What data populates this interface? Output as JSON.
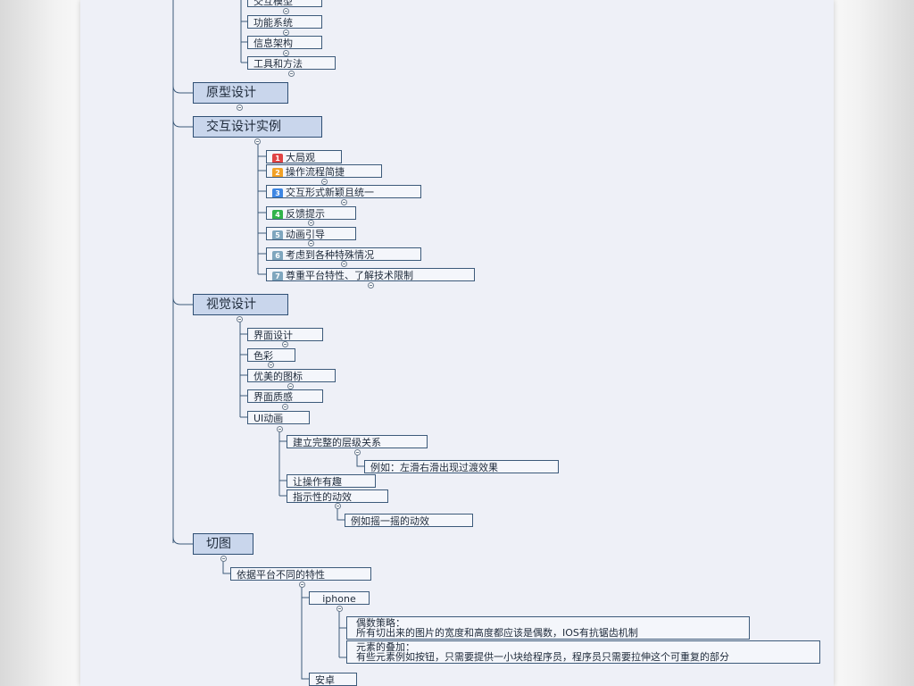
{
  "mindmap": {
    "partial_top": "交互模型",
    "group1": [
      "功能系统",
      "信息架构",
      "工具和方法"
    ],
    "prototype": "原型设计",
    "interaction_examples": {
      "title": "交互设计实例",
      "items": [
        {
          "num": "1",
          "label": "大局观",
          "color": "#e04444"
        },
        {
          "num": "2",
          "label": "操作流程简捷",
          "color": "#f2a126"
        },
        {
          "num": "3",
          "label": "交互形式新颖且统一",
          "color": "#3d86e3"
        },
        {
          "num": "4",
          "label": "反馈提示",
          "color": "#31b34a"
        },
        {
          "num": "5",
          "label": "动画引导",
          "color": "#7fa6be"
        },
        {
          "num": "6",
          "label": "考虑到各种特殊情况",
          "color": "#7fa6be"
        },
        {
          "num": "7",
          "label": "尊重平台特性、了解技术限制",
          "color": "#7fa6be"
        }
      ]
    },
    "visual_design": {
      "title": "视觉设计",
      "items": [
        "界面设计",
        "色彩",
        "优美的图标",
        "界面质感",
        "UI动画"
      ],
      "ui_animation": {
        "hierarchy": "建立完整的层级关系",
        "hierarchy_example": "例如：左滑右滑出现过渡效果",
        "fun": "让操作有趣",
        "indicative": "指示性的动效",
        "indicative_example": "例如摇一摇的动效"
      }
    },
    "slicing": {
      "title": "切图",
      "platform": "依据平台不同的特性",
      "iphone": "iphone",
      "even_title": "偶数策略：",
      "even_body": "所有切出来的图片的宽度和高度都应该是偶数，IOS有抗锯齿机制",
      "overlay_title": "元素的叠加：",
      "overlay_body": "有些元素例如按钮，只需要提供一小块给程序员，程序员只需要拉伸这个可重复的部分",
      "android": "安卓"
    }
  }
}
